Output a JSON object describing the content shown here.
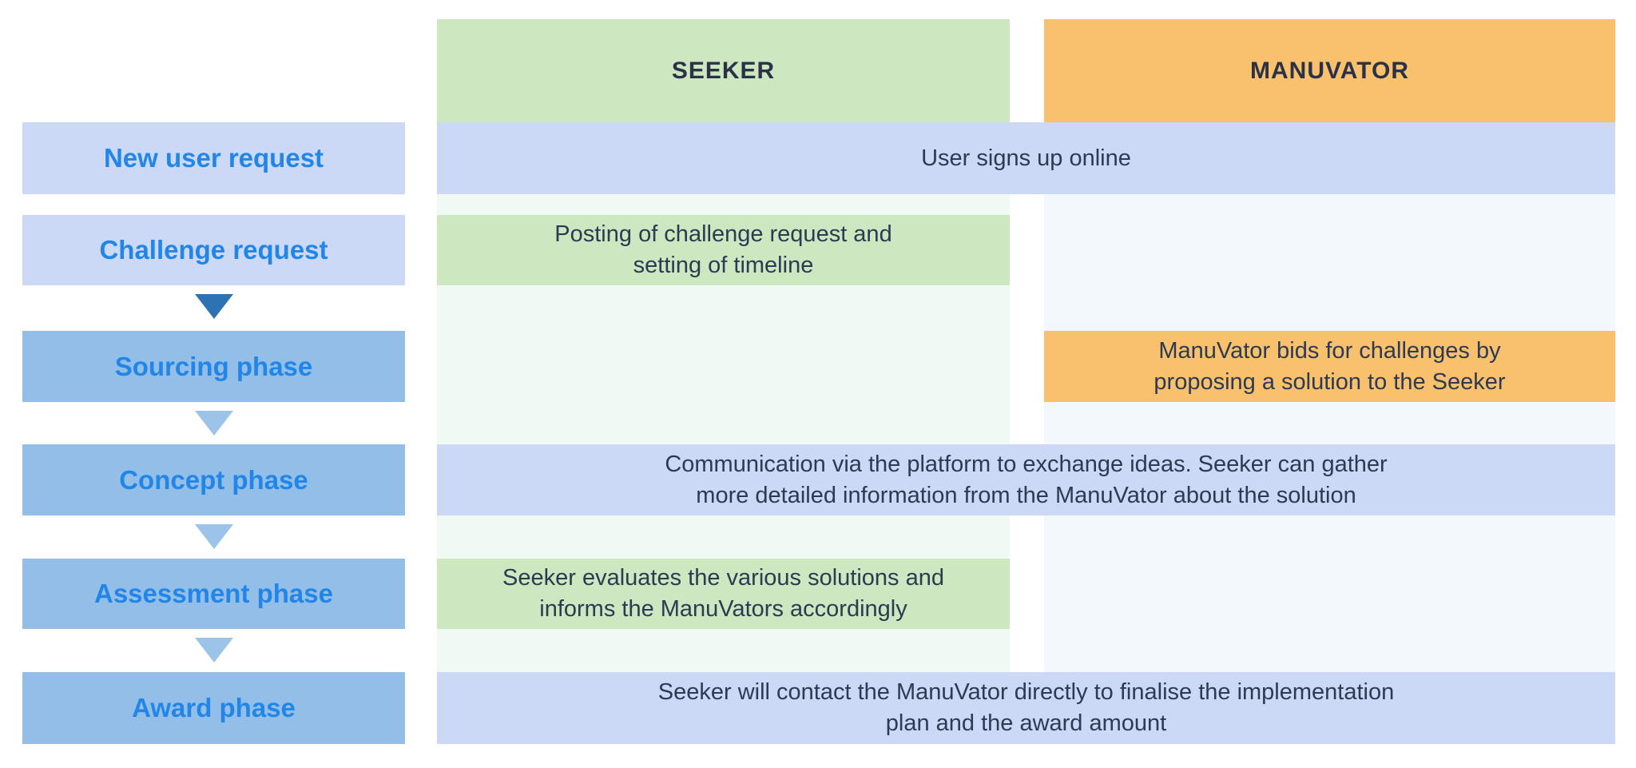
{
  "diagram": {
    "columns": [
      {
        "id": "seeker",
        "label": "SEEKER"
      },
      {
        "id": "manuvator",
        "label": "MANUVATOR"
      }
    ],
    "phases": [
      {
        "label": "New user request"
      },
      {
        "label": "Challenge request"
      },
      {
        "label": "Sourcing phase"
      },
      {
        "label": "Concept phase"
      },
      {
        "label": "Assessment phase"
      },
      {
        "label": "Award phase"
      }
    ],
    "rows": [
      {
        "actor": "both",
        "line1": "User signs up online"
      },
      {
        "actor": "seeker",
        "line1": "Posting of challenge request and",
        "line2": "setting of timeline"
      },
      {
        "actor": "manuvator",
        "line1": "ManuVator bids for challenges by",
        "line2": "proposing a solution to the Seeker"
      },
      {
        "actor": "both",
        "line1": "Communication via the platform to exchange ideas. Seeker can gather",
        "line2": "more detailed information from the ManuVator about the solution"
      },
      {
        "actor": "seeker",
        "line1": "Seeker evaluates the various solutions and",
        "line2": "informs the ManuVators accordingly"
      },
      {
        "actor": "both",
        "line1": "Seeker will contact the ManuVator directly to finalise the implementation",
        "line2": "plan and the award amount"
      }
    ],
    "colors": {
      "seeker_header": "#cde7c0",
      "manuvator_header": "#f9c16d",
      "blue_row": "#cbd9f7",
      "phase_light": "#cbd9f7",
      "phase_medium": "#92bee7",
      "arrow_dark": "#2d73b4",
      "arrow_light": "#9cc4e9",
      "label_text": "#2186e8",
      "body_text": "#2c3a52",
      "header_text": "#2b3246",
      "seeker_light": "#f1f9f5",
      "manuvator_light": "#f2f8fc"
    }
  }
}
